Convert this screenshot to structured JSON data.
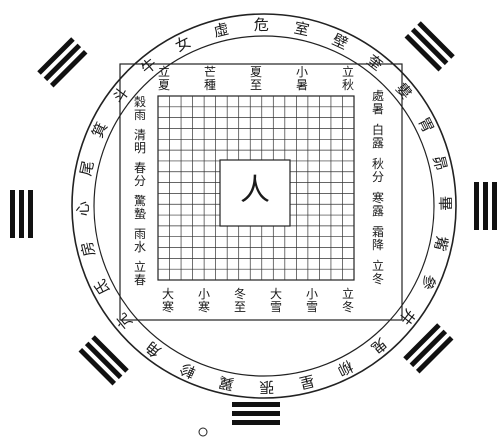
{
  "outer_ring": {
    "mansions": [
      "尾",
      "箕",
      "斗",
      "牛",
      "女",
      "虛",
      "危",
      "室",
      "壁",
      "奎",
      "婁",
      "胃",
      "昴",
      "畢",
      "觜",
      "參",
      "井",
      "鬼",
      "柳",
      "星",
      "張",
      "翼",
      "軫",
      "角",
      "亢",
      "氐",
      "房",
      "心"
    ]
  },
  "trigrams": [
    {
      "name": "top-left",
      "lines": [
        1,
        1,
        1
      ]
    },
    {
      "name": "top-right",
      "lines": [
        1,
        1,
        1
      ]
    },
    {
      "name": "left",
      "lines": [
        1,
        1,
        1
      ]
    },
    {
      "name": "right",
      "lines": [
        1,
        1,
        1
      ]
    },
    {
      "name": "bottom-left",
      "lines": [
        1,
        1,
        1
      ]
    },
    {
      "name": "bottom-right",
      "lines": [
        1,
        1,
        1
      ]
    },
    {
      "name": "bottom",
      "lines": [
        1,
        1,
        1
      ]
    }
  ],
  "solar_terms": {
    "top": [
      "立夏",
      "芒種",
      "夏至",
      "小暑",
      "立秋"
    ],
    "right": [
      "處暑",
      "白露",
      "秋分",
      "寒露",
      "霜降",
      "立冬"
    ],
    "bottom": [
      "大寒",
      "小寒",
      "冬至",
      "大雪",
      "小雪",
      "立冬"
    ],
    "left": [
      "穀雨",
      "清明",
      "春分",
      "驚蟄",
      "雨水",
      "立春"
    ]
  },
  "grid": {
    "columns": 17,
    "rows": 17
  },
  "center": {
    "figure": "人"
  }
}
